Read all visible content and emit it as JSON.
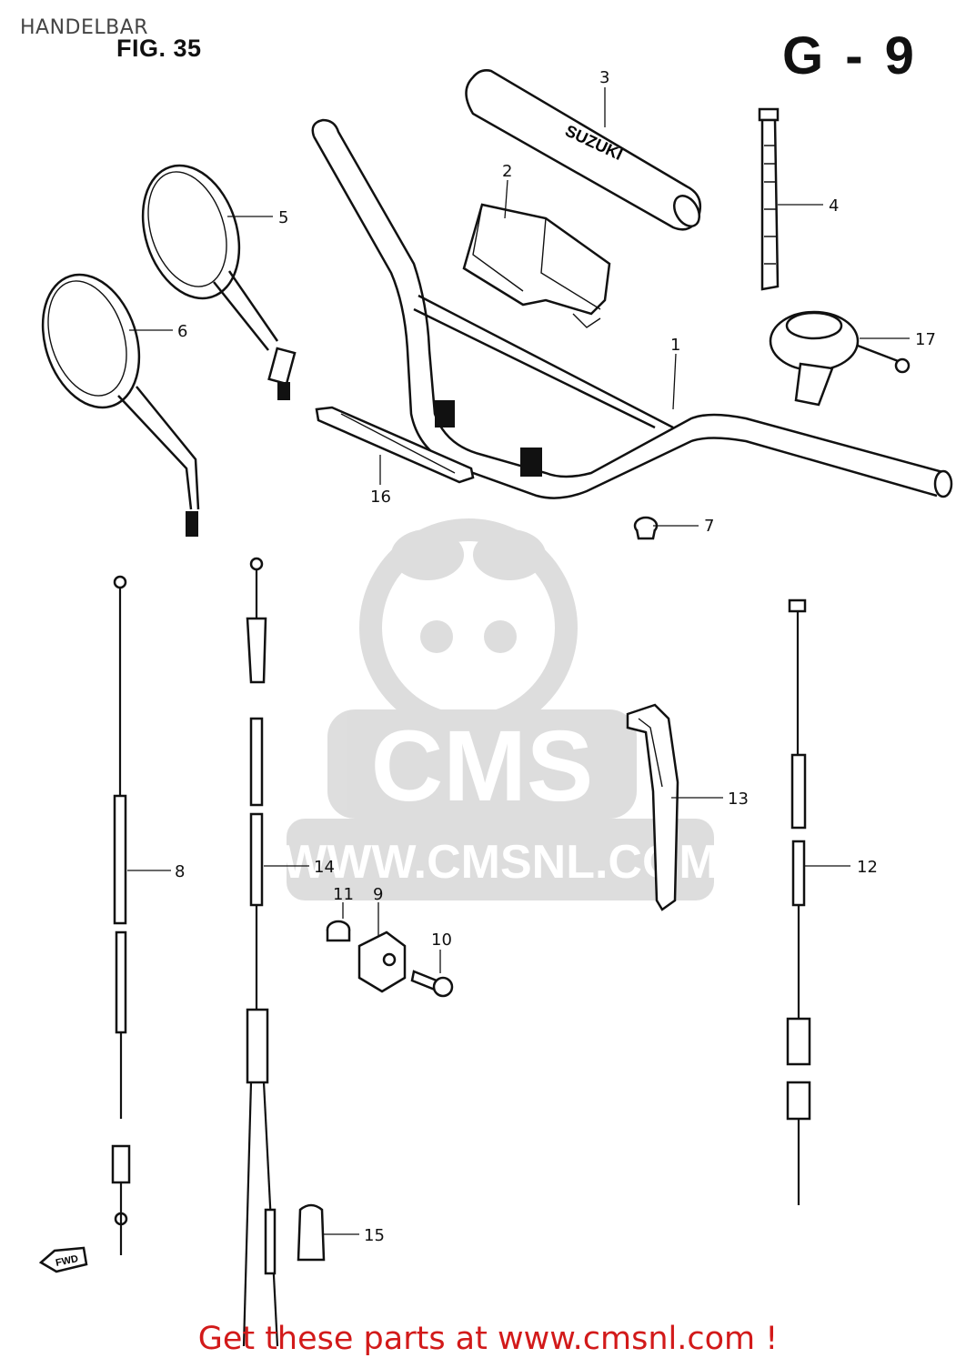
{
  "page": {
    "title": "HANDELBAR",
    "figure": "FIG. 35",
    "group_code": "G - 9"
  },
  "watermark": {
    "brand": "CMS",
    "url": "WWW.CMSNL.COM"
  },
  "parts": {
    "p1": "1",
    "p2": "2",
    "p3": "3",
    "p4": "4",
    "p5": "5",
    "p6": "6",
    "p7": "7",
    "p8": "8",
    "p9": "9",
    "p10": "10",
    "p11": "11",
    "p12": "12",
    "p13": "13",
    "p14": "14",
    "p15": "15",
    "p16": "16",
    "p17": "17"
  },
  "grip_branding": "SUZUKI",
  "direction_marker": "FWD",
  "footer": {
    "text": "Get these parts at www.cmsnl.com !",
    "color": "#d21a1a"
  }
}
